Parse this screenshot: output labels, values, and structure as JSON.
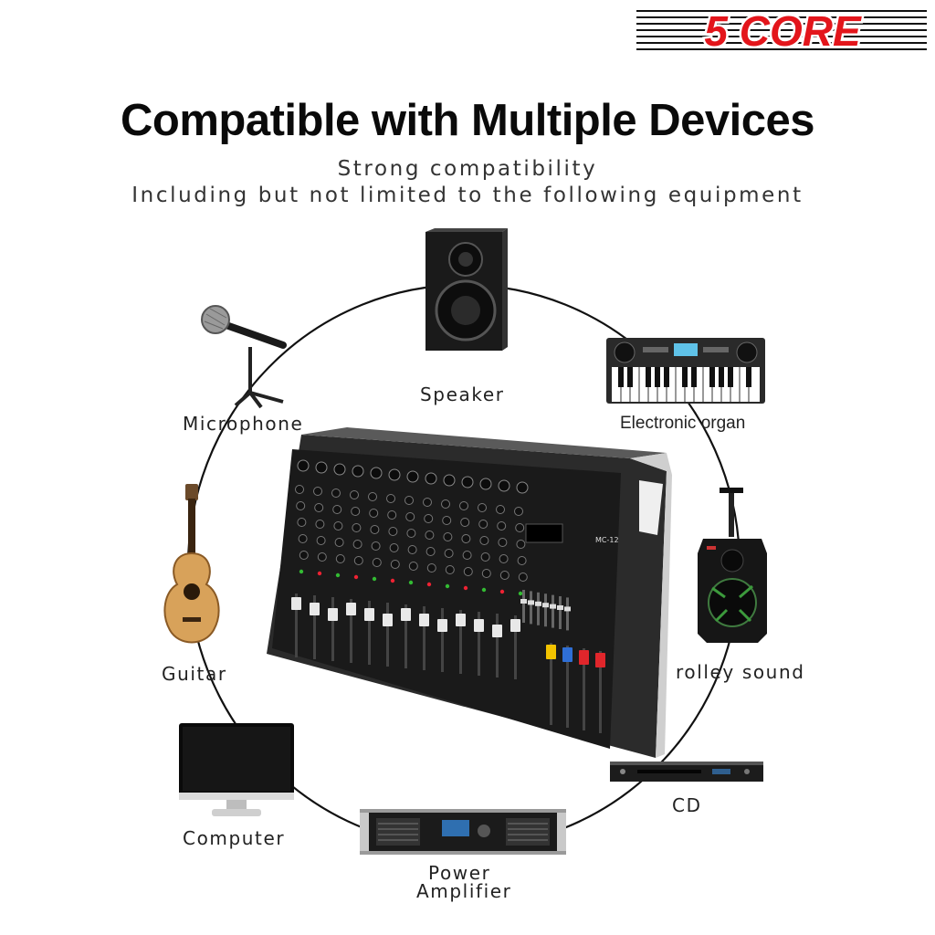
{
  "brand": {
    "logo_text": "5 CORE",
    "logo_color": "#e3151b"
  },
  "heading": {
    "title": "Compatible with Multiple Devices"
  },
  "subheading": {
    "line1": "Strong compatibility",
    "line2": "Including but not limited to the following equipment"
  },
  "devices": {
    "speaker": {
      "label": "Speaker",
      "icon": "speaker-icon"
    },
    "microphone": {
      "label": "Microphone",
      "icon": "microphone-icon"
    },
    "organ": {
      "label": "Electronic organ",
      "icon": "keyboard-icon"
    },
    "guitar": {
      "label": "Guitar",
      "icon": "guitar-icon"
    },
    "trolley": {
      "label": "rolley sound",
      "icon": "trolley-speaker-icon"
    },
    "computer": {
      "label": "Computer",
      "icon": "monitor-icon"
    },
    "cd": {
      "label": "CD",
      "icon": "cd-player-icon"
    },
    "amplifier": {
      "label_line1": "Power",
      "label_line2": "Amplifier",
      "icon": "power-amplifier-icon"
    }
  },
  "mixer": {
    "icon": "audio-mixer-icon",
    "model_label": "MC-12"
  }
}
